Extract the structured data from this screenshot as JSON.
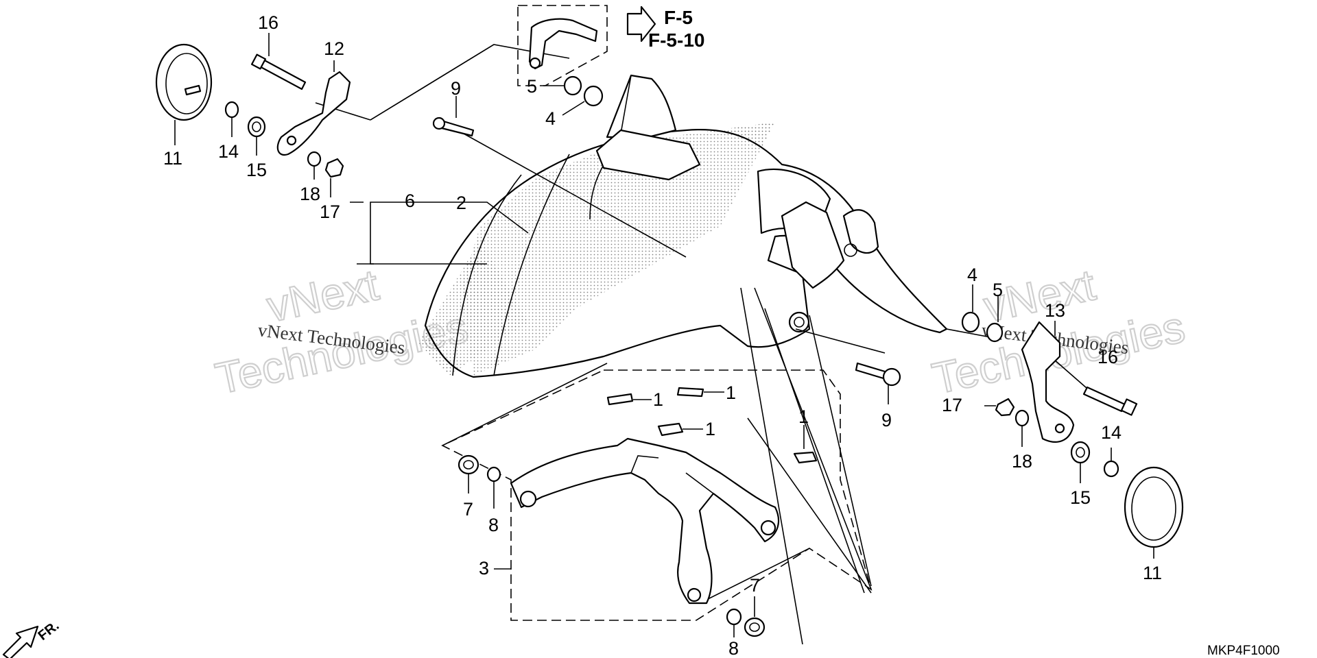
{
  "diagram": {
    "reference_codes": [
      "F-5",
      "F-5-10"
    ],
    "diagram_code": "MKP4F1000",
    "direction_label": "FR.",
    "watermark": {
      "large_line1": "vNext",
      "large_line2": "Technologies",
      "small": "vNext Technologies"
    },
    "callouts": {
      "c1": "1",
      "c2": "2",
      "c3": "3",
      "c4": "4",
      "c5": "5",
      "c6": "6",
      "c7": "7",
      "c8": "8",
      "c9": "9",
      "c11": "11",
      "c12": "12",
      "c13": "13",
      "c14": "14",
      "c15": "15",
      "c16": "16",
      "c17": "17",
      "c18": "18"
    }
  }
}
